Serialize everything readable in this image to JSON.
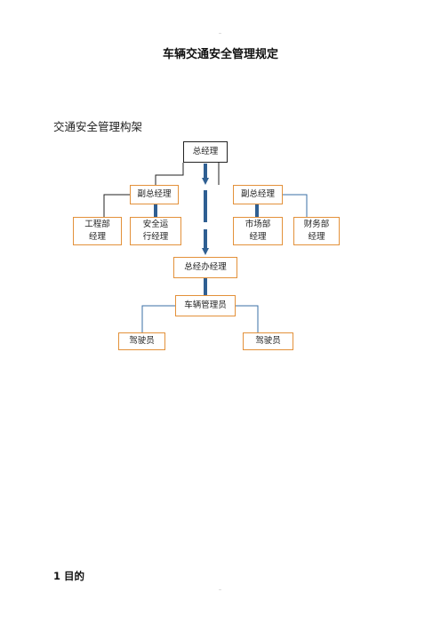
{
  "doc": {
    "title": "车辆交通安全管理规定",
    "subtitle": "交通安全管理构架",
    "section_heading": "1  目的"
  },
  "org": {
    "ceo": "总经理",
    "vp_left": "副总经理",
    "vp_right": "副总经理",
    "eng_mgr": "工程部经理",
    "safety_mgr": "安全运行经理",
    "market_mgr": "市场部经理",
    "finance_mgr": "财务部经理",
    "gm_office": "总经办经理",
    "vehicle_admin": "车辆管理员",
    "driver_left": "驾驶员",
    "driver_right": "驾驶员"
  },
  "colors": {
    "box_border": "#e3913a",
    "line_blue": "#3a6fa6",
    "arrow_blue": "#2f5f92"
  }
}
